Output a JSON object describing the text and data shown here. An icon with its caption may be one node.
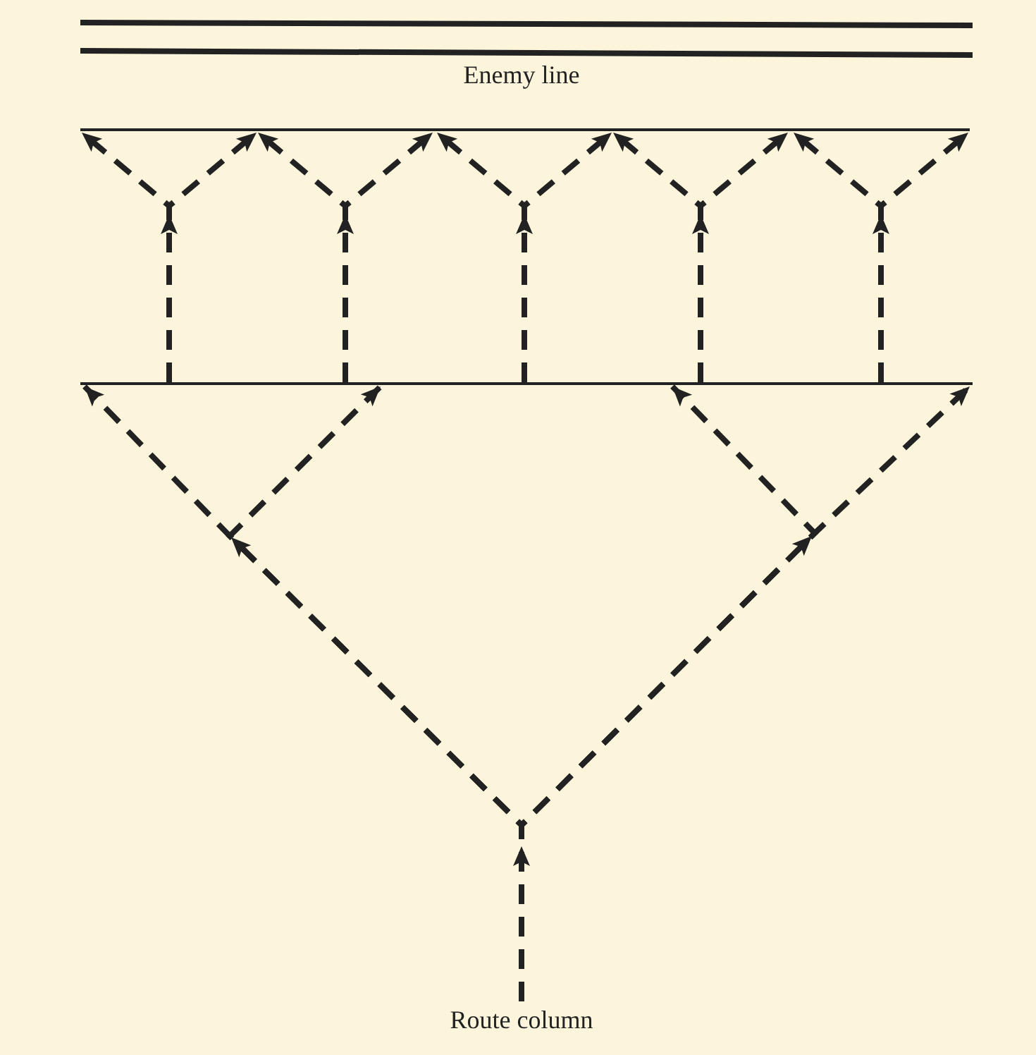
{
  "diagram": {
    "nodes": [
      {
        "text": [
          "Enemy line"
        ]
      },
      {
        "text": [],
        "shape": "bar"
      },
      {
        "text": [],
        "shape": "bar"
      },
      {
        "text": [
          "Route column"
        ]
      }
    ],
    "edges": [
      {
        "from": 3,
        "to": 2,
        "arrow": "to",
        "style": "dashed"
      },
      {
        "from": 3,
        "to": 2,
        "arrow": "to",
        "style": "dashed"
      },
      {
        "from": 3,
        "to": 2,
        "arrow": "to",
        "style": "dashed"
      },
      {
        "from": 3,
        "to": 2,
        "arrow": "to",
        "style": "dashed"
      },
      {
        "from": 2,
        "to": 1,
        "arrow": "to",
        "style": "dashed"
      },
      {
        "from": 2,
        "to": 1,
        "arrow": "to",
        "style": "dashed"
      },
      {
        "from": 2,
        "to": 1,
        "arrow": "to",
        "style": "dashed"
      },
      {
        "from": 2,
        "to": 1,
        "arrow": "to",
        "style": "dashed"
      },
      {
        "from": 2,
        "to": 1,
        "arrow": "to",
        "style": "dashed"
      },
      {
        "from": 2,
        "to": 1,
        "arrow": "to",
        "style": "dashed"
      },
      {
        "from": 2,
        "to": 1,
        "arrow": "to",
        "style": "dashed"
      },
      {
        "from": 2,
        "to": 1,
        "arrow": "to",
        "style": "dashed"
      },
      {
        "from": 2,
        "to": 1,
        "arrow": "to",
        "style": "dashed"
      },
      {
        "from": 2,
        "to": 1,
        "arrow": "to",
        "style": "dashed"
      }
    ]
  }
}
